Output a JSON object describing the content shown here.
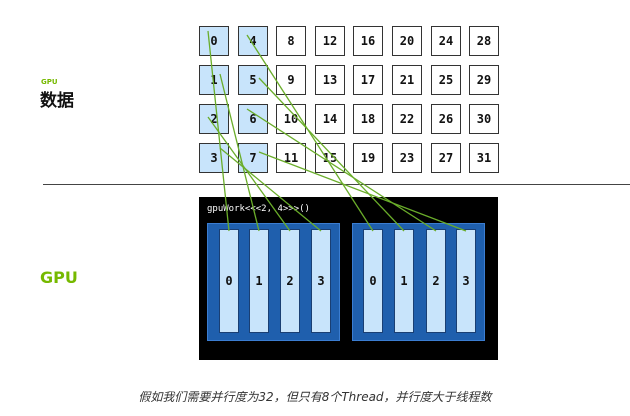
{
  "labels": {
    "data_small": "GPU",
    "data_main": "数据",
    "gpu": "GPU",
    "launch": "gpuWork<<<2, 4>>>()",
    "caption": "假如我们需要并行度为32，但只有8个Thread，并行度大于线程数"
  },
  "grid": {
    "columns": [
      [
        "0",
        "1",
        "2",
        "3"
      ],
      [
        "4",
        "5",
        "6",
        "7"
      ],
      [
        "8",
        "9",
        "10",
        "11"
      ],
      [
        "12",
        "13",
        "14",
        "15"
      ],
      [
        "16",
        "17",
        "18",
        "19"
      ],
      [
        "20",
        "21",
        "22",
        "23"
      ],
      [
        "24",
        "25",
        "26",
        "27"
      ],
      [
        "28",
        "29",
        "30",
        "31"
      ]
    ],
    "highlighted_columns": [
      0,
      1
    ]
  },
  "blocks": [
    {
      "threads": [
        "0",
        "1",
        "2",
        "3"
      ]
    },
    {
      "threads": [
        "0",
        "1",
        "2",
        "3"
      ]
    }
  ],
  "colors": {
    "accent_green": "#76b900",
    "highlight_blue": "#c8e4fb",
    "block_blue": "#1f5fad",
    "gpu_background": "#000000",
    "link_line": "#6aad2a"
  }
}
